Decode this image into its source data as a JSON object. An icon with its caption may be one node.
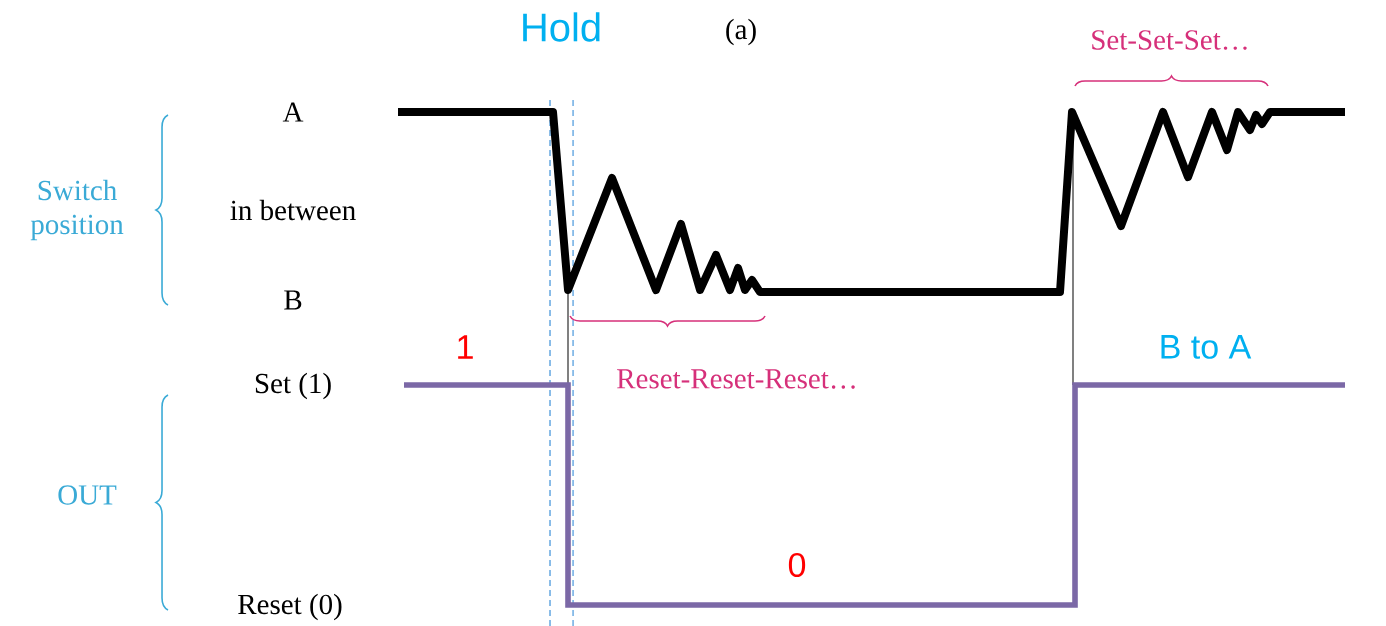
{
  "diagram": {
    "labels": [
      "Hold",
      "(a)",
      "Set-Set-Set…",
      "A",
      "Switch position",
      "in between",
      "B",
      "1",
      "B to A",
      "Set (1)",
      "Reset-Reset-Reset…",
      "OUT",
      "0",
      "Reset (0)"
    ]
  }
}
